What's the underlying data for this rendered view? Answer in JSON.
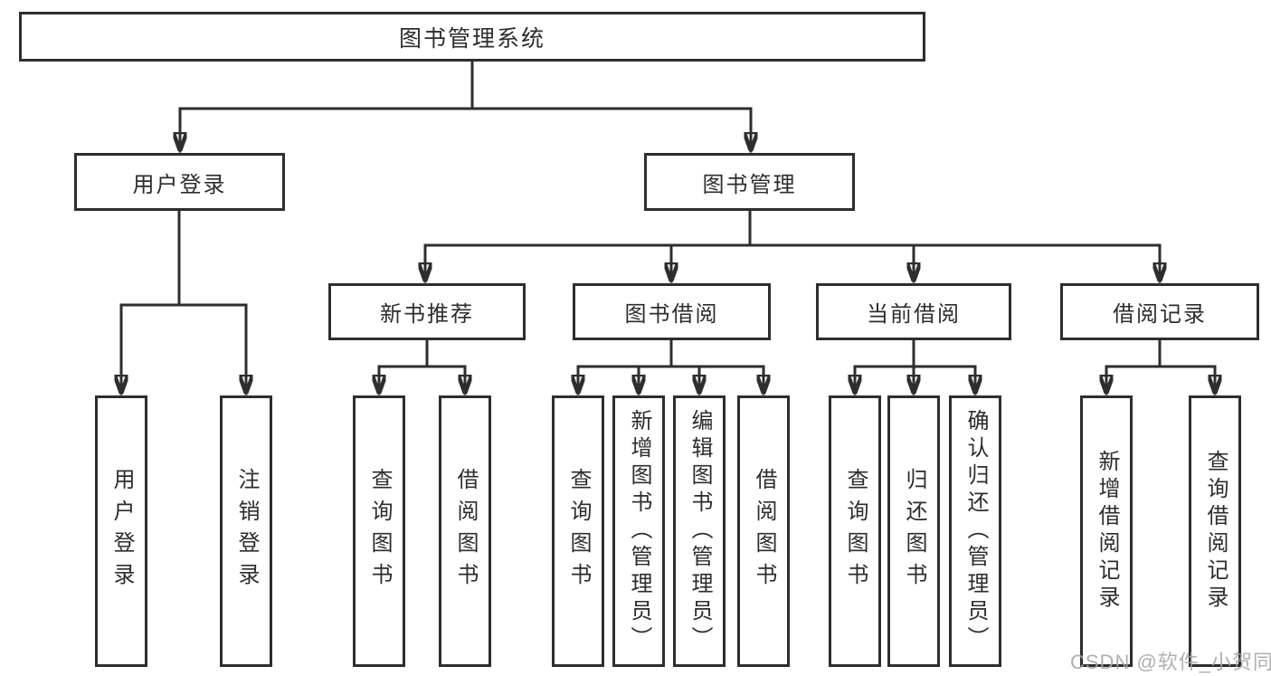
{
  "tree": {
    "root": "图书管理系统",
    "branches": [
      {
        "label": "用户登录",
        "children": [
          "用户登录",
          "注销登录"
        ]
      },
      {
        "label": "图书管理",
        "groups": [
          {
            "label": "新书推荐",
            "children": [
              "查询图书",
              "借阅图书"
            ]
          },
          {
            "label": "图书借阅",
            "children": [
              "查询图书",
              "新增图书（管理员）",
              "编辑图书（管理员）",
              "借阅图书"
            ]
          },
          {
            "label": "当前借阅",
            "children": [
              "查询图书",
              "归还图书",
              "确认归还（管理员）"
            ]
          },
          {
            "label": "借阅记录",
            "children": [
              "新增借阅记录",
              "查询借阅记录"
            ]
          }
        ]
      }
    ]
  },
  "watermark": "CSDN @软件_小贺同学",
  "colors": {
    "line": "#2e2e2e",
    "text": "#2d2d2d",
    "watermark": "#a6a6a6",
    "background": "#ffffff"
  }
}
